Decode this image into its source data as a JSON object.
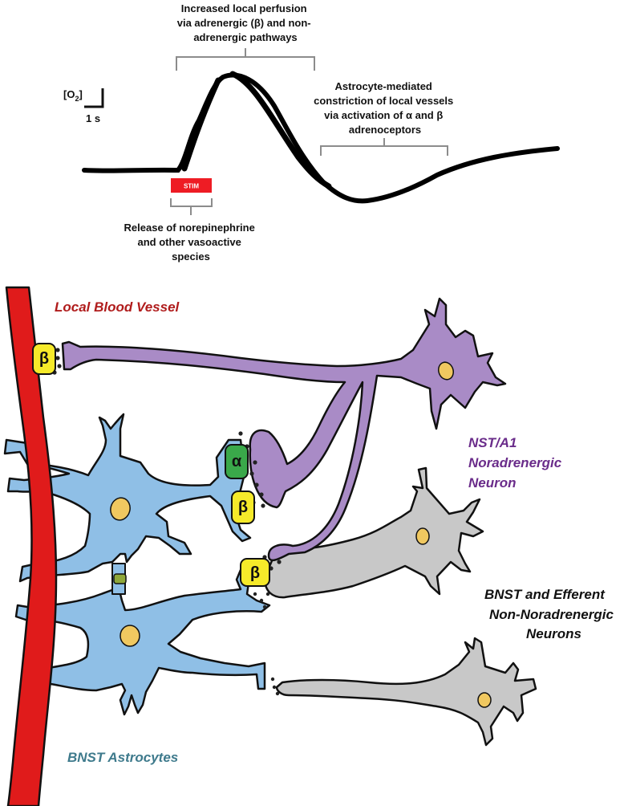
{
  "trace": {
    "ann_perfusion": [
      "Increased local perfusion",
      "via adrenergic (β) and non-",
      "adrenergic pathways"
    ],
    "ann_constriction": [
      "Astrocyte-mediated",
      "constriction of local vessels",
      "via activation of α and β",
      "adrenoceptors"
    ],
    "ann_release": [
      "Release of norepinephrine",
      "and other vasoactive",
      "species"
    ],
    "scale_o2": "[O",
    "scale_o2_sub": "2",
    "scale_o2_close": "]",
    "scale_time": "1 s",
    "stim_label": "STIM"
  },
  "labels": {
    "vessel": "Local Blood Vessel",
    "noradrenergic": [
      "NST/A1",
      "Noradrenergic",
      "Neuron"
    ],
    "efferent": [
      "BNST and  Efferent",
      "Non-Noradrenergic",
      "Neurons"
    ],
    "astrocytes": "BNST Astrocytes"
  },
  "receptors": {
    "beta": "β",
    "alpha": "α"
  },
  "colors": {
    "vessel": "#e01b1b",
    "vessel_label": "#b01c1c",
    "neuron_noradrenergic": "#a98bc6",
    "neuron_noradrenergic_label": "#6a2c8a",
    "astrocyte": "#8fbfe6",
    "astrocyte_label": "#3e7a8c",
    "neuron_gray": "#c8c8c8",
    "nucleus": "#f0c860",
    "receptor_beta": "#f6ea2a",
    "receptor_alpha": "#3aa84a",
    "stim": "#ee1c24"
  }
}
